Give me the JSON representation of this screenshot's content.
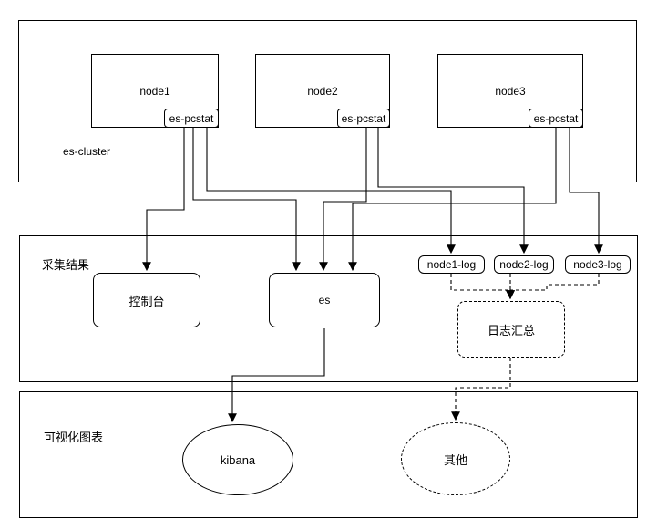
{
  "diagram": {
    "sections": [
      {
        "id": "es-cluster",
        "label": "es-cluster"
      },
      {
        "id": "collect-result",
        "label": "采集结果"
      },
      {
        "id": "visualization",
        "label": "可视化图表"
      }
    ],
    "nodes": {
      "node1": "node1",
      "node2": "node2",
      "node3": "node3",
      "pcstat": "es-pcstat",
      "console": "控制台",
      "es": "es",
      "node1_log": "node1-log",
      "node2_log": "node2-log",
      "node3_log": "node3-log",
      "log_summary": "日志汇总",
      "kibana": "kibana",
      "other": "其他"
    },
    "edges": [
      {
        "from": "node1 es-pcstat",
        "to": "控制台",
        "style": "solid",
        "arrow": true
      },
      {
        "from": "node1 es-pcstat",
        "to": "es",
        "style": "solid",
        "arrow": true
      },
      {
        "from": "node1 es-pcstat",
        "to": "node1-log",
        "style": "solid",
        "arrow": true
      },
      {
        "from": "node2 es-pcstat",
        "to": "es",
        "style": "solid",
        "arrow": true
      },
      {
        "from": "node2 es-pcstat",
        "to": "node2-log",
        "style": "solid",
        "arrow": true
      },
      {
        "from": "node3 es-pcstat",
        "to": "es",
        "style": "solid",
        "arrow": true
      },
      {
        "from": "node3 es-pcstat",
        "to": "node3-log",
        "style": "solid",
        "arrow": true
      },
      {
        "from": "node1-log",
        "to": "日志汇总",
        "style": "dashed",
        "arrow": true
      },
      {
        "from": "node2-log",
        "to": "日志汇总",
        "style": "dashed",
        "arrow": true
      },
      {
        "from": "node3-log",
        "to": "日志汇总",
        "style": "dashed",
        "arrow": true
      },
      {
        "from": "日志汇总",
        "to": "其他",
        "style": "dashed",
        "arrow": true
      },
      {
        "from": "es",
        "to": "kibana",
        "style": "solid",
        "arrow": true
      }
    ]
  },
  "colors": {
    "stroke": "#000000",
    "background": "#ffffff"
  }
}
